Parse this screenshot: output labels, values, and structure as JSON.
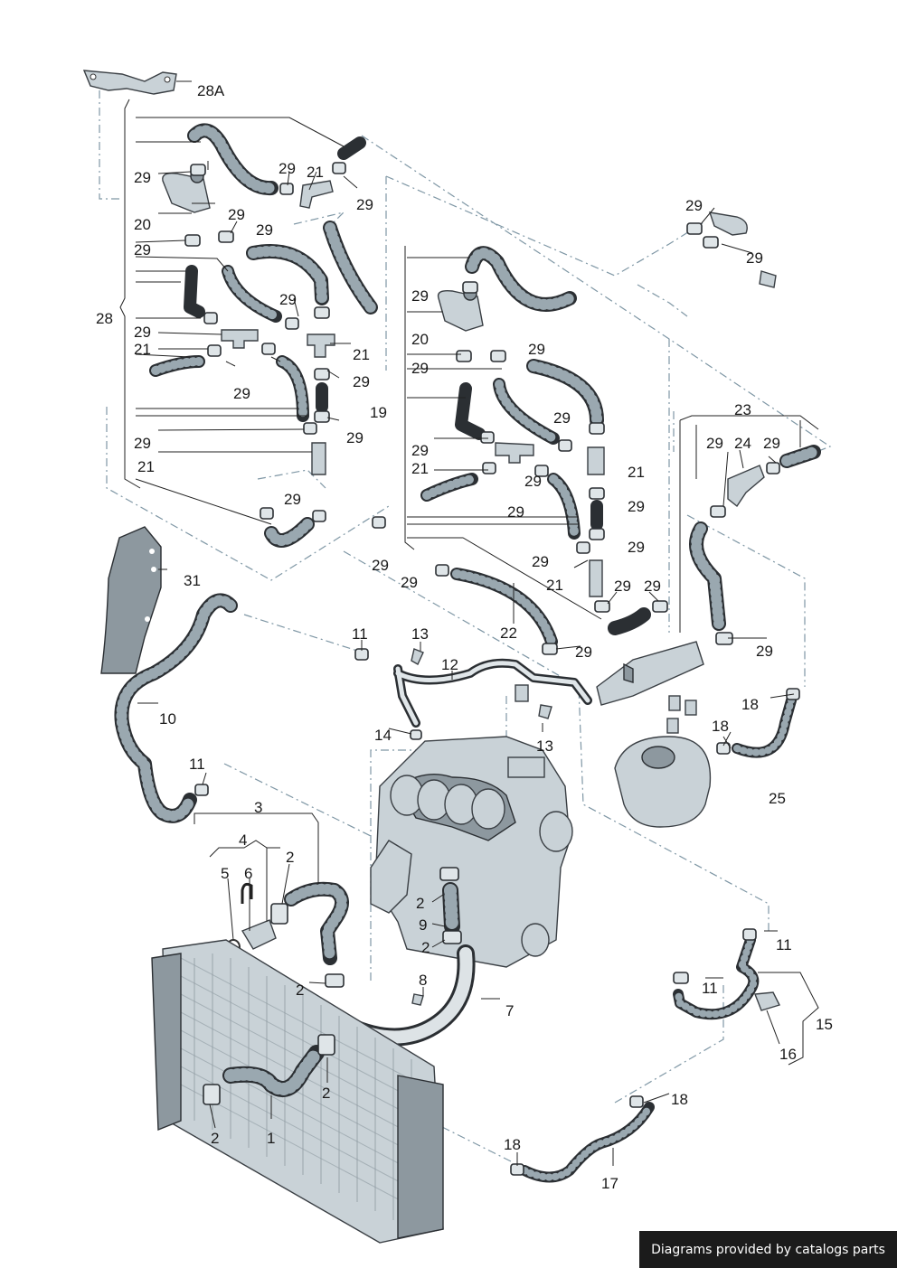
{
  "diagram": {
    "callouts": {
      "c28a": "28A",
      "c28": "28",
      "c19": "19",
      "c20a": "20",
      "c20b": "20",
      "c21": "21",
      "c22": "22",
      "c23": "23",
      "c24": "24",
      "c25": "25",
      "c29": "29",
      "c31": "31",
      "c10": "10",
      "c11": "11",
      "c12": "12",
      "c13": "13",
      "c14": "14",
      "c3": "3",
      "c4": "4",
      "c5": "5",
      "c6": "6",
      "c2": "2",
      "c9": "9",
      "c8": "8",
      "c7": "7",
      "c1": "1",
      "c18": "18",
      "c15": "15",
      "c16": "16",
      "c17": "17"
    }
  },
  "footer": {
    "text": "Diagrams provided by catalogs parts"
  }
}
